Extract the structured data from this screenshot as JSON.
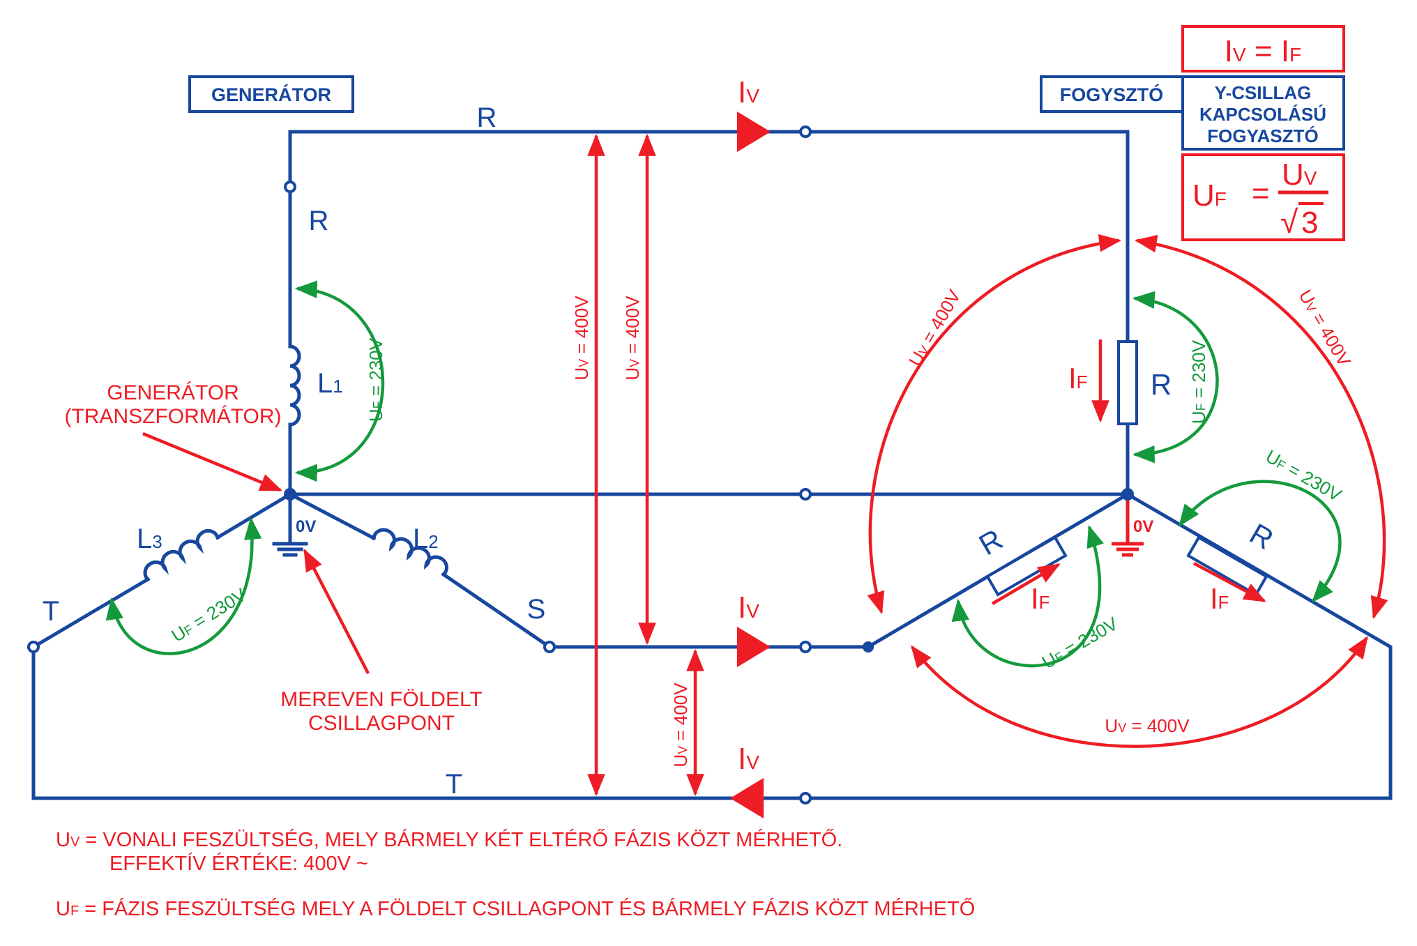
{
  "labels": {
    "generator_box": "GENERÁTOR",
    "consumer_box": "FOGYSZTÓ",
    "generator_note_1": "GENERÁTOR",
    "generator_note_2": "(TRANSZFORMÁTOR)",
    "earth_note_1": "MEREVEN FÖLDELT",
    "earth_note_2": "CSILLAGPONT",
    "phase_r_line": "R",
    "phase_r_gen": "R",
    "phase_s": "S",
    "phase_t_gen": "T",
    "phase_t_line": "T",
    "coil_l1": "L",
    "coil_l2": "L",
    "coil_l3": "L",
    "sub_1": "1",
    "sub_2": "2",
    "sub_3": "3",
    "zero_gen": "0V",
    "zero_load": "0V",
    "resistor_top": "R",
    "resistor_left": "R",
    "resistor_right": "R"
  },
  "quantities": {
    "line_current": "I",
    "line_current_sub": "V",
    "phase_current": "I",
    "phase_current_sub": "F",
    "line_voltage_value": " = 400V",
    "phase_voltage_value": " = 230V",
    "u": "U",
    "v": "V",
    "f": "F"
  },
  "formula_box": {
    "eq1_lhs": "I",
    "eq1_lhs_sub": "V",
    "eq1_eq": " = I",
    "eq1_rhs_sub": "F",
    "title_1": "Y-CSILLAG",
    "title_2": "KAPCSOLÁSÚ",
    "title_3": "FOGYASZTÓ",
    "eq2_lhs": "U",
    "eq2_lhs_sub": "F",
    "eq2_eq": "=",
    "eq2_num": "U",
    "eq2_num_sub": "V",
    "eq2_den": "3",
    "sqrt_sign": "√"
  },
  "legend": {
    "uv_symbol": "U",
    "uv_sub": "V",
    "uv_line1": " = VONALI FESZÜLTSÉG, MELY BÁRMELY KÉT ELTÉRŐ FÁZIS KÖZT MÉRHETŐ.",
    "uv_line2": "EFFEKTÍV ÉRTÉKE: 400V ~",
    "uf_symbol": "U",
    "uf_sub": "F",
    "uf_line": " = FÁZIS FESZÜLTSÉG MELY A FÖLDELT CSILLAGPONT ÉS BÁRMELY FÁZIS KÖZT MÉRHETŐ"
  },
  "colors": {
    "wire": "#17479e",
    "line_voltage": "#ee1c24",
    "phase_voltage": "#149a3c"
  }
}
